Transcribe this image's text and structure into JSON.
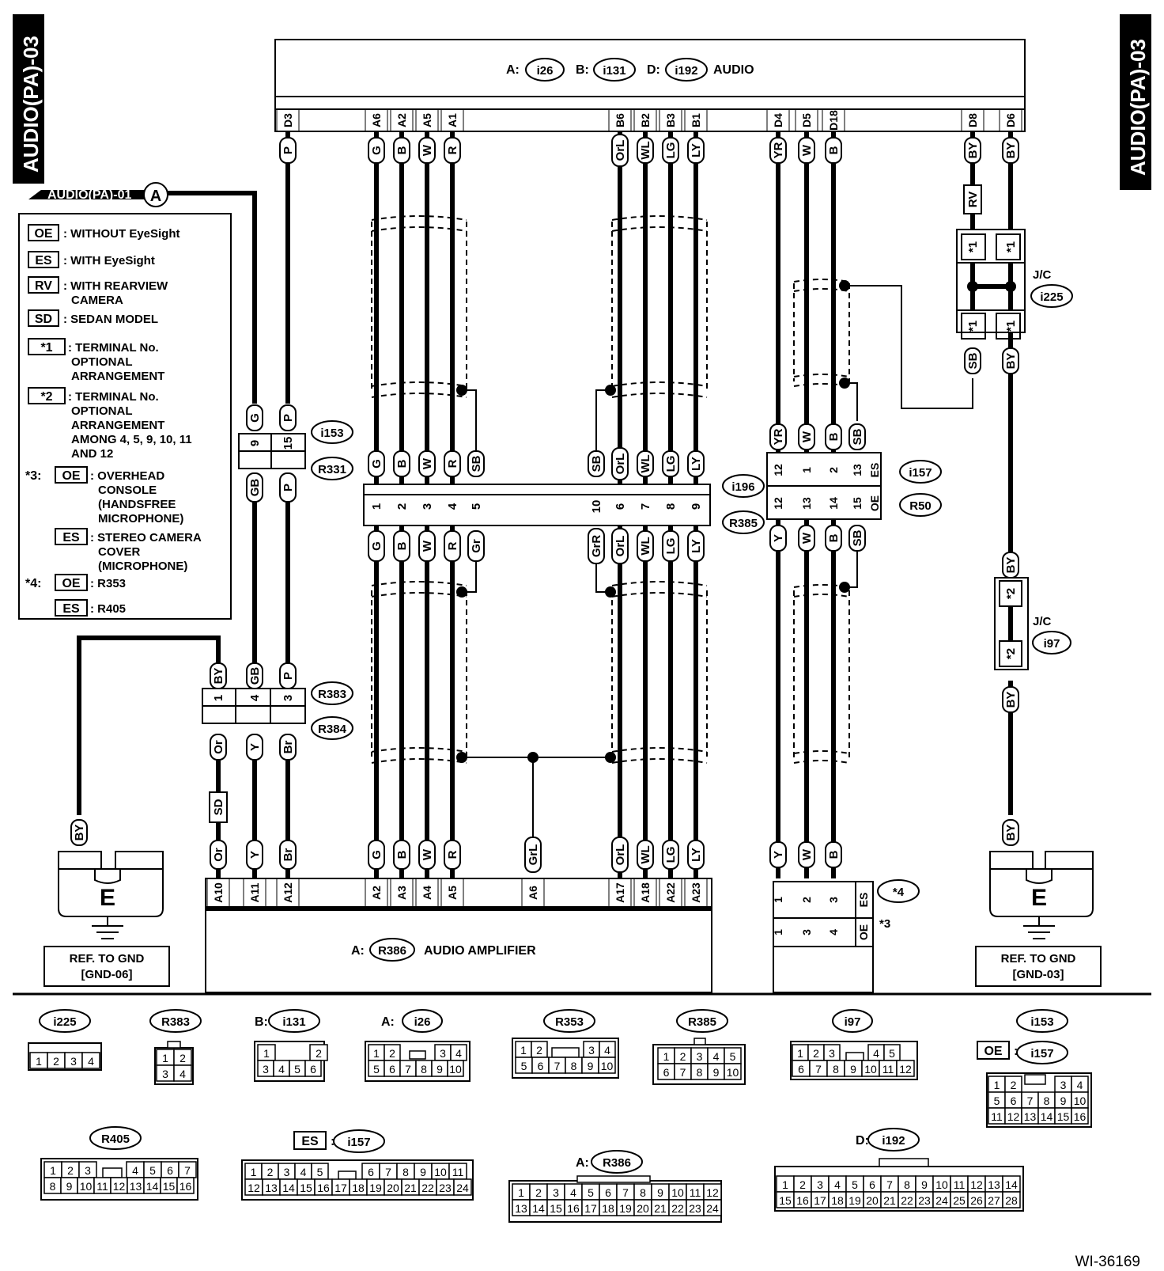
{
  "side_tab_left": "AUDIO(PA)-03",
  "side_tab_right": "AUDIO(PA)-03",
  "diagram_id": "WI-36169",
  "audio_unit": {
    "a_prefix": "A:",
    "a_conn": "i26",
    "b_prefix": "B:",
    "b_conn": "i131",
    "d_prefix": "D:",
    "d_conn": "i192",
    "name": "AUDIO",
    "pins": [
      "D3",
      "A6",
      "A2",
      "A5",
      "A1",
      "B6",
      "B2",
      "B3",
      "B1",
      "D4",
      "D5",
      "D18",
      "D8",
      "D6"
    ]
  },
  "ref_a": {
    "text": "AUDIO(PA)-01",
    "letter": "A"
  },
  "legend": {
    "oe_code": "OE",
    "oe_desc": ": WITHOUT EyeSight",
    "es_code": "ES",
    "es_desc": ": WITH EyeSight",
    "rv_code": "RV",
    "rv_desc_1": ": WITH REARVIEW",
    "rv_desc_2": "CAMERA",
    "sd_code": "SD",
    "sd_desc": ": SEDAN MODEL",
    "t1_code": "*1",
    "t1_desc_1": ": TERMINAL No.",
    "t1_desc_2": "OPTIONAL",
    "t1_desc_3": "ARRANGEMENT",
    "t2_code": "*2",
    "t2_desc_1": ": TERMINAL No.",
    "t2_desc_2": "OPTIONAL",
    "t2_desc_3": "ARRANGEMENT",
    "t2_desc_4": "AMONG 4, 5, 9, 10, 11",
    "t2_desc_5": "AND 12",
    "n3_mark": "*3:",
    "n3_oe": "OE",
    "n3_oe_1": ": OVERHEAD",
    "n3_oe_2": "CONSOLE",
    "n3_oe_3": "(HANDSFREE",
    "n3_oe_4": "MICROPHONE)",
    "n3_es": "ES",
    "n3_es_1": ": STEREO CAMERA",
    "n3_es_2": "COVER",
    "n3_es_3": "(MICROPHONE)",
    "n4_mark": "*4:",
    "n4_oe": "OE",
    "n4_oe_v": ": R353",
    "n4_es": "ES",
    "n4_es_v": ": R405"
  },
  "wire_colors": {
    "top_left": [
      "P",
      "G",
      "B",
      "W",
      "R",
      "OrL",
      "WL",
      "LG",
      "LY",
      "YR",
      "W",
      "B",
      "BY",
      "BY"
    ],
    "rv": "RV",
    "sb_i225": "SB",
    "by_i225": "BY",
    "i196_upper": [
      "G",
      "B",
      "W",
      "R",
      "SB",
      "SB",
      "OrL",
      "WL",
      "LG",
      "LY"
    ],
    "i196_lower": [
      "G",
      "B",
      "W",
      "R",
      "Gr",
      "GrR",
      "OrL",
      "WL",
      "LG",
      "LY"
    ],
    "i196_pins": [
      "1",
      "2",
      "3",
      "4",
      "5",
      "10",
      "6",
      "7",
      "8",
      "9"
    ],
    "i157_upper": [
      "YR",
      "W",
      "B",
      "SB"
    ],
    "i157_pins_top": [
      "12",
      "1",
      "2",
      "13",
      "ES"
    ],
    "i157_pins_bot": [
      "12",
      "13",
      "14",
      "15",
      "OE"
    ],
    "i157_lower": [
      "Y",
      "W",
      "B",
      "SB"
    ],
    "i153_upper": [
      "G",
      "P"
    ],
    "i153_pins": [
      "9",
      "15"
    ],
    "i153_lower": [
      "GB",
      "P"
    ],
    "r383_upper": [
      "BY",
      "GB",
      "P"
    ],
    "r383_pins": [
      "1",
      "4",
      "3"
    ],
    "r383_lower": [
      "Or",
      "Y",
      "Br"
    ],
    "sd": "SD",
    "i97_upper": "BY",
    "i97_lower": "BY",
    "gnd_left_wire": "BY",
    "gnd_right_wire": "BY",
    "amp_bottom": [
      "Or",
      "Y",
      "Br",
      "G",
      "B",
      "W",
      "R",
      "GrL",
      "OrL",
      "WL",
      "LG",
      "LY"
    ],
    "amp_pins": [
      "A10",
      "A11",
      "A12",
      "A2",
      "A3",
      "A4",
      "A5",
      "A6",
      "A17",
      "A18",
      "A22",
      "A23"
    ],
    "mic_wires": [
      "Y",
      "W",
      "B"
    ],
    "mic_pins_top": [
      "1",
      "2",
      "3",
      "ES"
    ],
    "mic_pins_bot": [
      "1",
      "3",
      "4",
      "OE"
    ]
  },
  "jc_i225": {
    "jc": "J/C",
    "conn": "i225",
    "star": "*1"
  },
  "jc_i97": {
    "jc": "J/C",
    "conn": "i97",
    "star": "*2"
  },
  "conn_labels": {
    "i153": "i153",
    "r331": "R331",
    "i196": "i196",
    "r385": "R385",
    "i157": "i157",
    "r50": "R50",
    "r383": "R383",
    "r384": "R384",
    "star4": "*4",
    "star3": "*3"
  },
  "amplifier": {
    "prefix": "A:",
    "conn": "R386",
    "name": "AUDIO AMPLIFIER"
  },
  "gnd_left": {
    "letter": "E",
    "ref_1": "REF. TO GND",
    "ref_2": "[GND-06]"
  },
  "gnd_right": {
    "letter": "E",
    "ref_1": "REF. TO GND",
    "ref_2": "[GND-03]"
  },
  "connector_views": {
    "i225": {
      "label": "i225",
      "rows": [
        [
          "1",
          "2",
          "3",
          "4"
        ]
      ]
    },
    "r383": {
      "label": "R383",
      "rows": [
        [
          "1",
          "2"
        ],
        [
          "3",
          "4"
        ]
      ]
    },
    "i131": {
      "prefix": "B:",
      "label": "i131",
      "rows": [
        [
          "1",
          "",
          "2"
        ],
        [
          "3",
          "4",
          "5",
          "6"
        ]
      ]
    },
    "i26": {
      "prefix": "A:",
      "label": "i26",
      "rows": [
        [
          "1",
          "2",
          "",
          "3",
          "4"
        ],
        [
          "5",
          "6",
          "7",
          "8",
          "9",
          "10"
        ]
      ]
    },
    "r353": {
      "label": "R353",
      "rows": [
        [
          "1",
          "2",
          "",
          "3",
          "4"
        ],
        [
          "5",
          "6",
          "7",
          "8",
          "9",
          "10"
        ]
      ]
    },
    "r385": {
      "label": "R385",
      "rows": [
        [
          "1",
          "2",
          "3",
          "4",
          "5"
        ],
        [
          "6",
          "7",
          "8",
          "9",
          "10"
        ]
      ]
    },
    "i97": {
      "label": "i97",
      "rows": [
        [
          "1",
          "2",
          "3",
          "",
          "4",
          "5"
        ],
        [
          "6",
          "7",
          "8",
          "9",
          "10",
          "11",
          "12"
        ]
      ]
    },
    "i153": {
      "label": "i153",
      "oe": "OE",
      "colon": ":",
      "label2": "i157",
      "rows": [
        [
          "1",
          "2",
          "",
          "3",
          "4"
        ],
        [
          "5",
          "6",
          "7",
          "8",
          "9",
          "10"
        ],
        [
          "11",
          "12",
          "13",
          "14",
          "15",
          "16"
        ]
      ]
    },
    "r405": {
      "label": "R405",
      "rows": [
        [
          "1",
          "2",
          "3",
          "",
          "4",
          "5",
          "6",
          "7"
        ],
        [
          "8",
          "9",
          "10",
          "11",
          "12",
          "13",
          "14",
          "15",
          "16"
        ]
      ]
    },
    "i157": {
      "es": "ES",
      "colon": ":",
      "label": "i157",
      "rows": [
        [
          "1",
          "2",
          "3",
          "4",
          "5",
          "",
          "6",
          "7",
          "8",
          "9",
          "10",
          "11"
        ],
        [
          "12",
          "13",
          "14",
          "15",
          "16",
          "17",
          "18",
          "19",
          "20",
          "21",
          "22",
          "23",
          "24"
        ]
      ]
    },
    "r386": {
      "prefix": "A:",
      "label": "R386",
      "rows": [
        [
          "1",
          "2",
          "3",
          "4",
          "5",
          "6",
          "7",
          "8",
          "9",
          "10",
          "11",
          "12"
        ],
        [
          "13",
          "14",
          "15",
          "16",
          "17",
          "18",
          "19",
          "20",
          "21",
          "22",
          "23",
          "24"
        ]
      ]
    },
    "i192": {
      "prefix": "D:",
      "label": "i192",
      "rows": [
        [
          "1",
          "2",
          "3",
          "4",
          "5",
          "6",
          "7",
          "8",
          "9",
          "10",
          "11",
          "12",
          "13",
          "14"
        ],
        [
          "15",
          "16",
          "17",
          "18",
          "19",
          "20",
          "21",
          "22",
          "23",
          "24",
          "25",
          "26",
          "27",
          "28"
        ]
      ]
    }
  }
}
